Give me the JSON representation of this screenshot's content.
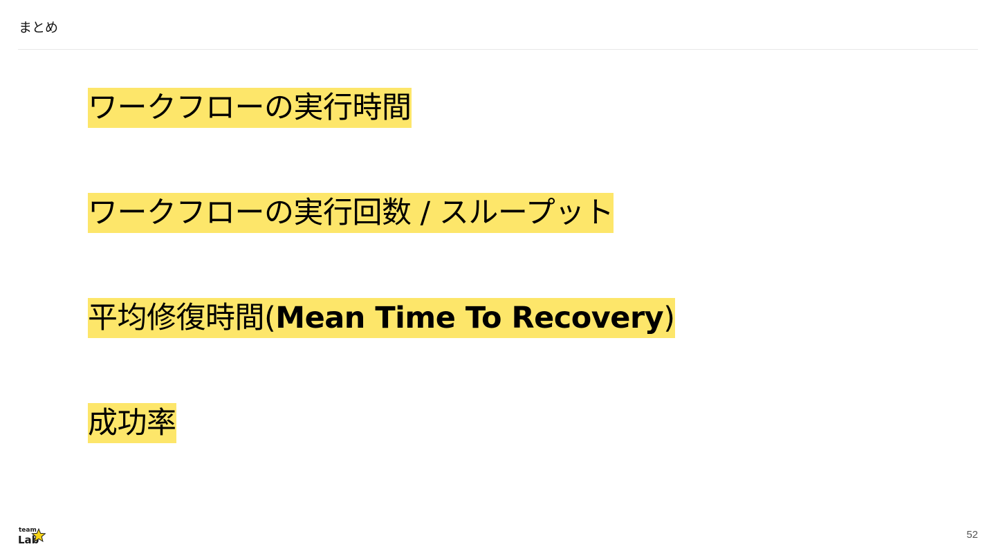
{
  "header": {
    "title": "まとめ"
  },
  "items": [
    {
      "text": "ワークフローの実行時間"
    },
    {
      "text": "ワークフローの実行回数 / スループット"
    },
    {
      "text": "平均修復時間(",
      "latin": "Mean Time To Recovery",
      "close": ")"
    },
    {
      "text": "成功率"
    }
  ],
  "footer": {
    "logo_text_top": "team",
    "logo_text_bottom": "Lab",
    "page_number": "52"
  },
  "colors": {
    "highlight": "#fde66a",
    "divider": "#e8e8e8",
    "logo_star": "#f7d417"
  }
}
